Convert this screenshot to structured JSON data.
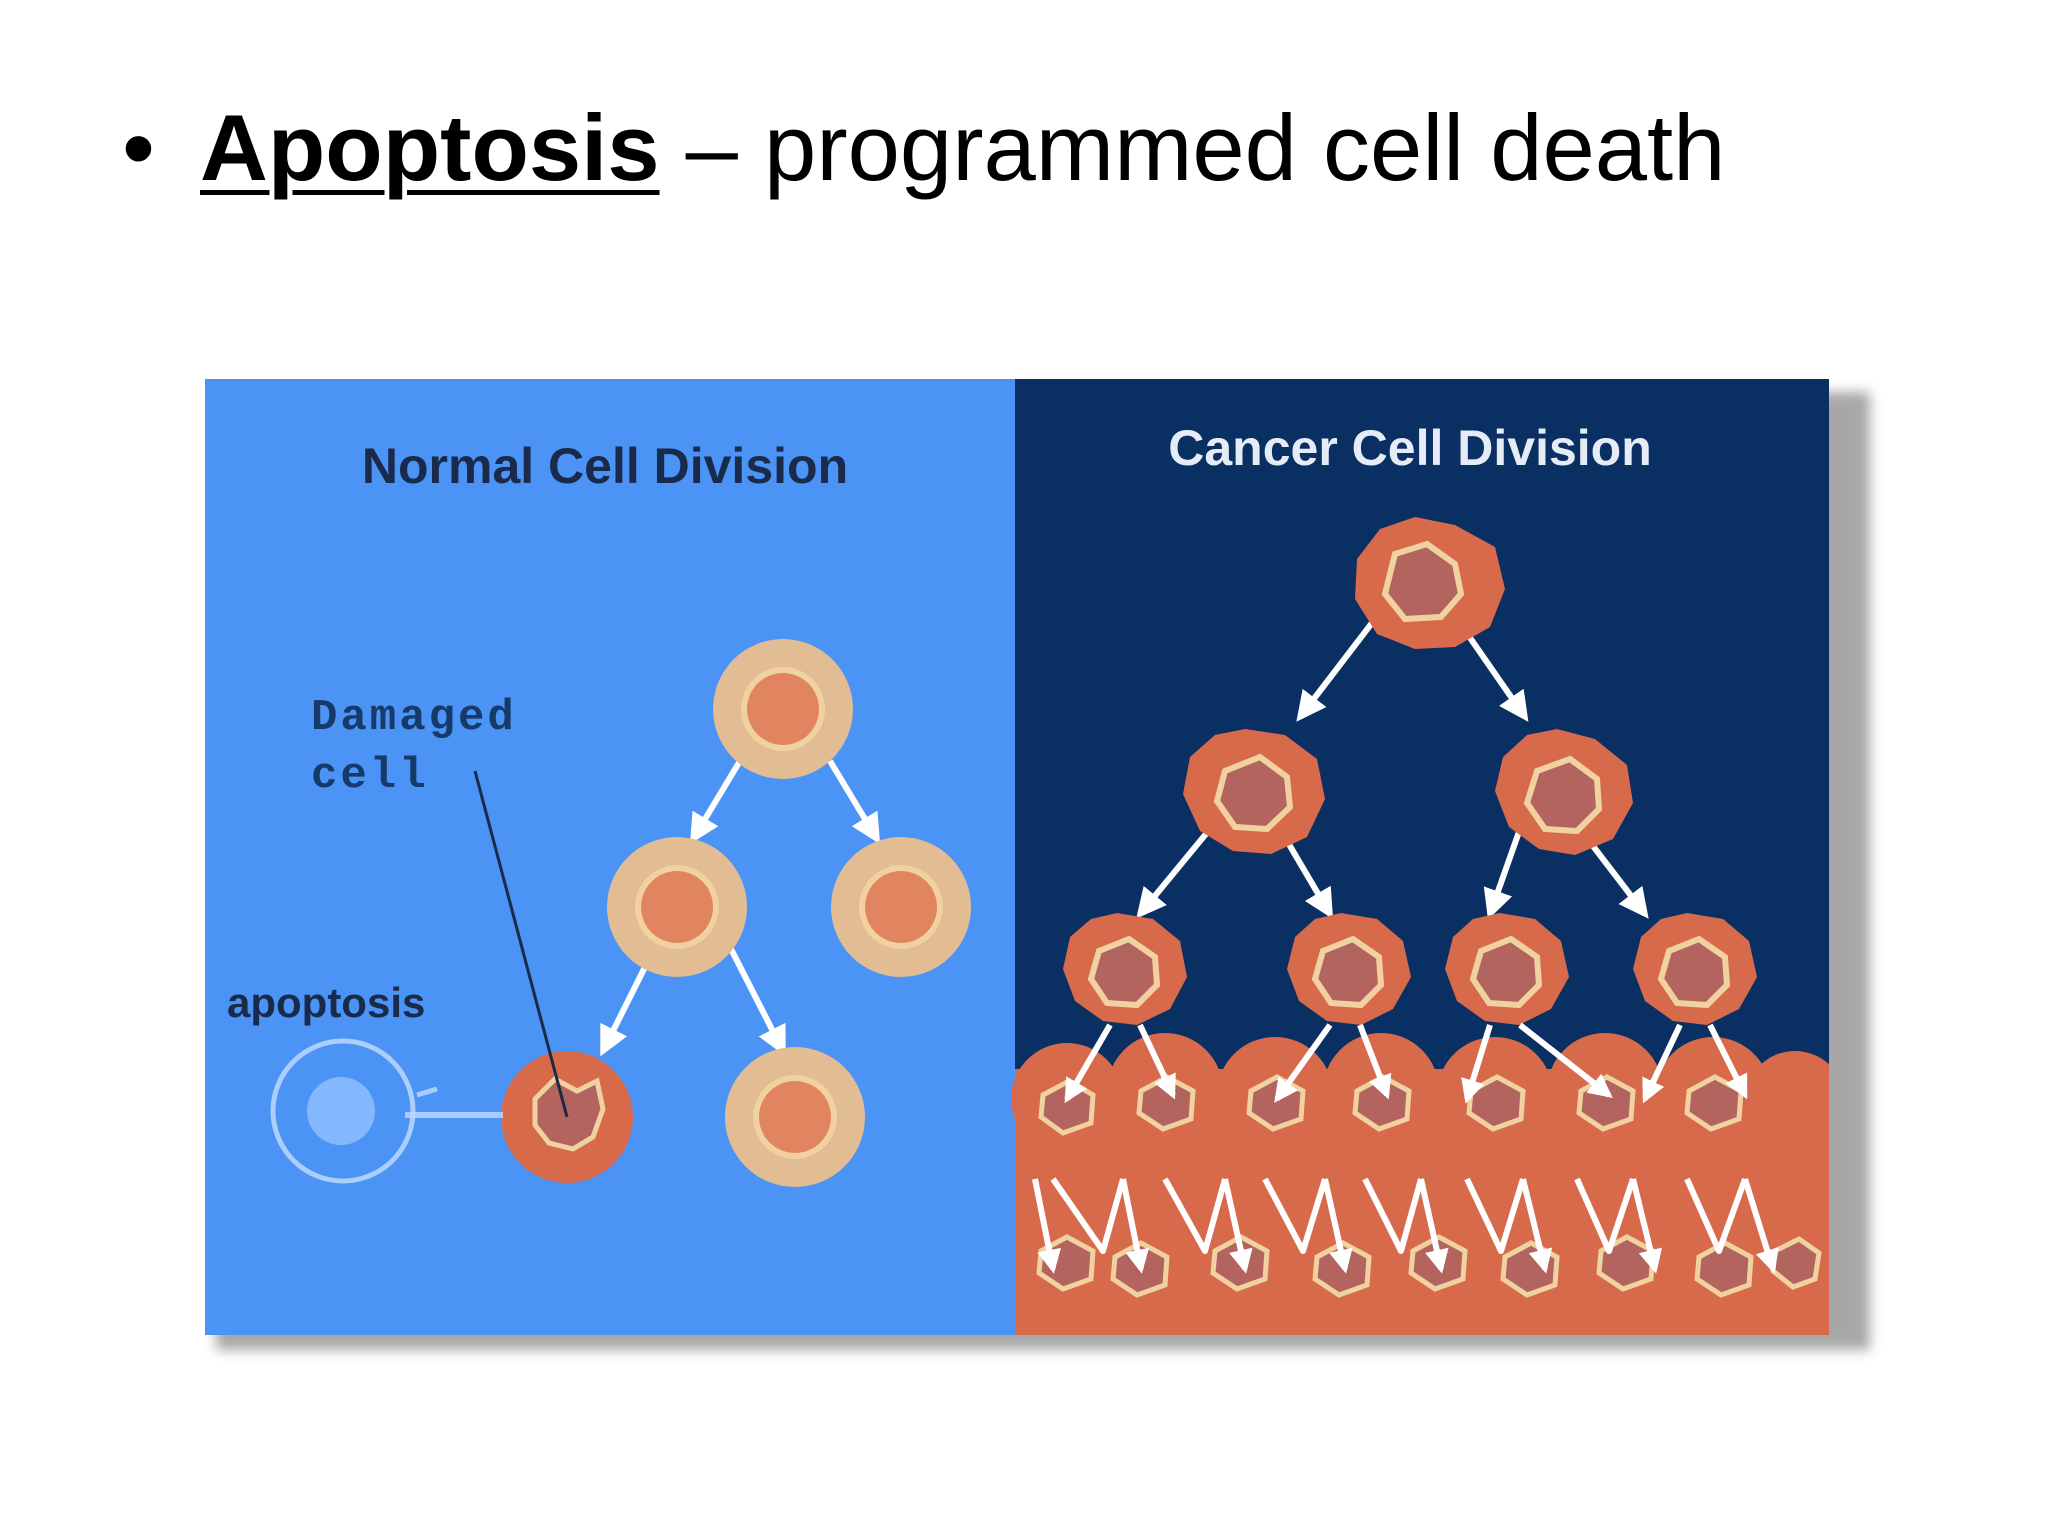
{
  "slide": {
    "bullet": "•",
    "term": "Apoptosis",
    "definition": " – programmed cell death"
  },
  "figure": {
    "left_panel": {
      "title": "Normal Cell Division",
      "damaged_label_line1": "Damaged",
      "damaged_label_line2": "cell",
      "apoptosis_label": "apoptosis"
    },
    "right_panel": {
      "title": "Cancer Cell Division"
    },
    "colors": {
      "normal_bg": "#4b93f5",
      "cancer_bg": "#0a3063",
      "healthy_cell_outer": "#e2bd93",
      "healthy_cell_nucleus": "#e0855f",
      "cancer_cell_outer": "#d86a4c",
      "cancer_cell_inner": "#b4645e",
      "cancer_cell_ring": "#f0d2a0",
      "arrow": "#ffffff",
      "normal_title": "#1a2a4a",
      "cancer_title": "#e6ecf5",
      "damaged_label": "#163a6a"
    }
  }
}
